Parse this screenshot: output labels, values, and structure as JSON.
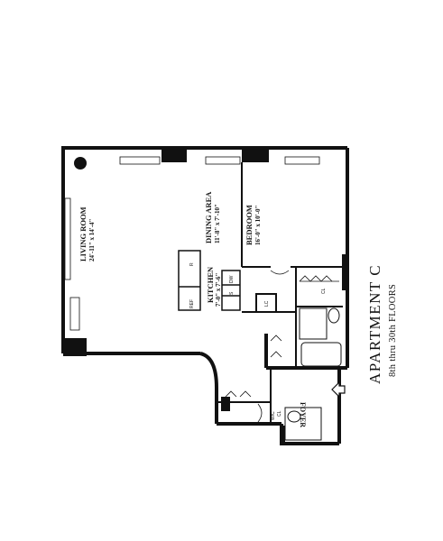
{
  "rooms": {
    "living_room": {
      "name": "LIVING ROOM",
      "size": "24'-11\" x 14'-4\""
    },
    "dining_area": {
      "name": "DINING AREA",
      "size": "11'-8\" x 7'-10\""
    },
    "bedroom": {
      "name": "BEDROOM",
      "size": "16'-0\" x 10'-0\""
    },
    "kitchen": {
      "name": "KITCHEN",
      "size": "7'-0\" x 7'-6\""
    },
    "foyer": {
      "name": "FOYER"
    }
  },
  "fixtures": {
    "refrigerator": "REF",
    "range": "R",
    "dishwasher": "DW",
    "sink": "S",
    "linen_closet": "LC",
    "closet": "CL",
    "wic": "WIC",
    "wic2": "CL"
  },
  "title": {
    "main": "APARTMENT  C",
    "sub": "8th thru 30th FLOORS"
  }
}
